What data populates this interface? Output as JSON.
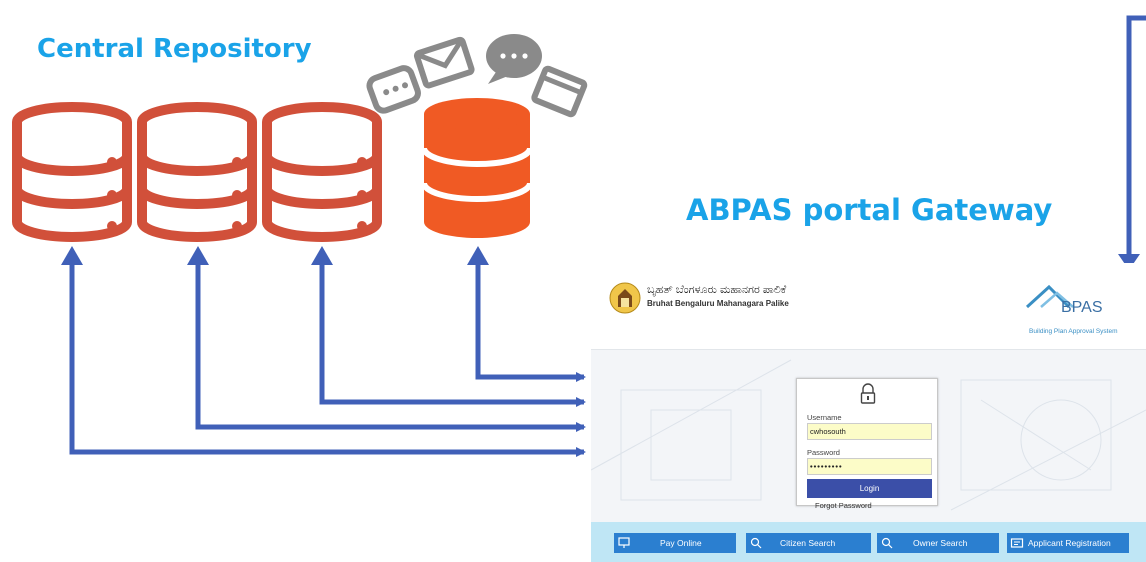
{
  "titles": {
    "central_repository": "Central Repository",
    "gateway": "ABPAS portal Gateway"
  },
  "icons": [
    "database-icon",
    "chat-bubble-icon",
    "mail-icon",
    "browser-window-icon",
    "lock-icon",
    "emblem-icon",
    "bpas-logo-icon"
  ],
  "colors": {
    "title_blue": "#1aa3e8",
    "database_outline": "#d1503a",
    "database_highlight": "#f05a24",
    "arrow_blue": "#4060b8",
    "login_button": "#3b4fa8",
    "nav_button": "#2b7fd0",
    "nav_bar": "#bfe6f5",
    "field_fill": "#fcfcc8"
  },
  "portal": {
    "org_name_kn": "ಬೃಹತ್ ಬೆಂಗಳೂರು ಮಹಾನಗರ ಪಾಲಿಕೆ",
    "org_name_en": "Bruhat Bengaluru Mahanagara Palike",
    "bpas_logo_text": "BPAS",
    "bpas_subtitle": "Building Plan Approval System",
    "login": {
      "username_label": "Username",
      "username_value": "cwhosouth",
      "password_label": "Password",
      "password_value": "•••••••••",
      "login_button": "Login",
      "forgot_password": "Forgot Password"
    },
    "nav": {
      "pay_online": "Pay Online",
      "citizen_search": "Citizen Search",
      "owner_search": "Owner Search",
      "applicant_registration": "Applicant Registration"
    }
  }
}
